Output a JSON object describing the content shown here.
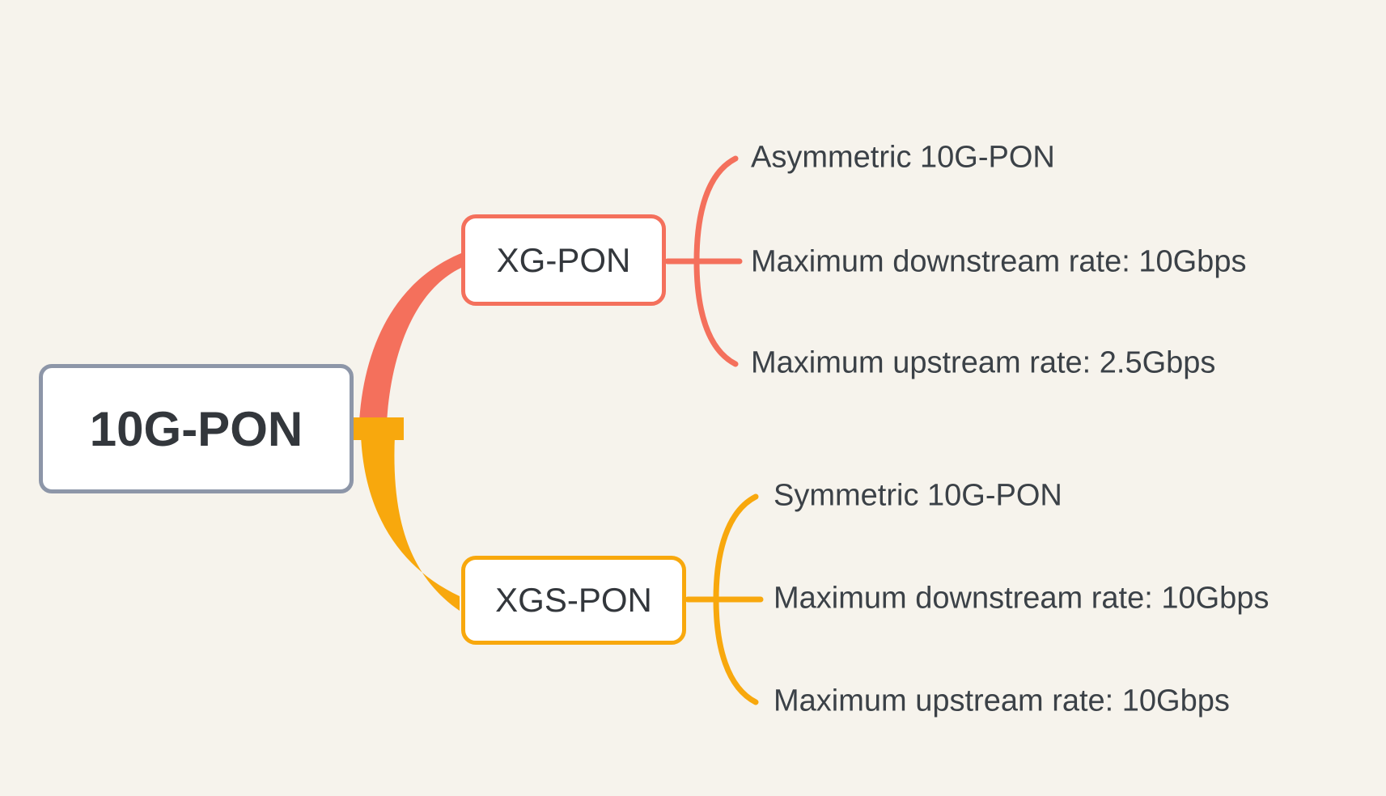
{
  "canvas": {
    "background_color": "#F6F3EC"
  },
  "colors": {
    "root_border": "#8D96A8",
    "xgpon_branch": "#F4705C",
    "xgspon_branch": "#F8A80D",
    "node_text": "#33373C",
    "leaf_text": "#3B4147"
  },
  "mindmap": {
    "root": {
      "label": "10G-PON"
    },
    "branches": [
      {
        "label": "XG-PON",
        "color": "#F4705C",
        "children": [
          {
            "label": "Asymmetric 10G-PON"
          },
          {
            "label": "Maximum downstream rate: 10Gbps"
          },
          {
            "label": "Maximum upstream rate: 2.5Gbps"
          }
        ]
      },
      {
        "label": "XGS-PON",
        "color": "#F8A80D",
        "children": [
          {
            "label": "Symmetric 10G-PON"
          },
          {
            "label": "Maximum downstream rate: 10Gbps"
          },
          {
            "label": "Maximum upstream rate: 10Gbps"
          }
        ]
      }
    ]
  }
}
